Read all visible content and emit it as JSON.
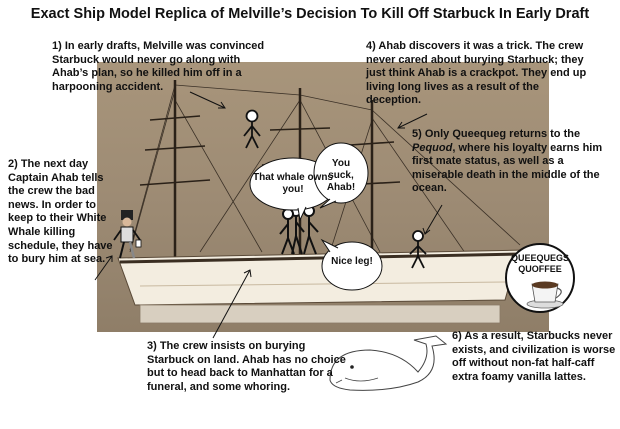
{
  "title": "Exact Ship Model Replica of Melville’s Decision To Kill Off Starbuck In Early Draft",
  "notes": {
    "n1": "1) In early drafts, Melville was convinced Starbuck would never go along with Ahab’s plan, so he killed him off in a harpooning accident.",
    "n2": "2) The next day Captain Ahab tells the crew the bad news. In order to keep to their White Whale killing schedule, they have to bury him at sea.",
    "n3": "3) The crew insists on burying Starbuck on land. Ahab has no choice but to head back to Manhattan for a funeral, and some whoring.",
    "n4": "4) Ahab discovers it was a trick. The crew never cared about burying Starbuck; they just think Ahab is a crackpot. They end up living long lives as a result of the deception.",
    "n5_before": "5) Only Queequeg returns to the ",
    "n5_italic": "Pequod",
    "n5_after": ", where his loyalty earns him first mate status, as well as a miserable death in the middle of the ocean.",
    "n6": "6) As a result, Starbucks never exists, and civilization is worse off without non-fat half-caff extra foamy vanilla lattes."
  },
  "bubbles": {
    "b1": "That whale owns you!",
    "b2": "You suck, Ahab!",
    "b3": "Nice leg!"
  },
  "logo": {
    "line1": "QUEEQUEGS",
    "line2": "QUOFFEE"
  },
  "colors": {
    "background": "#ffffff",
    "photo_wood": "#9c8a73",
    "hull": "#f3ede0",
    "text": "#111111"
  }
}
